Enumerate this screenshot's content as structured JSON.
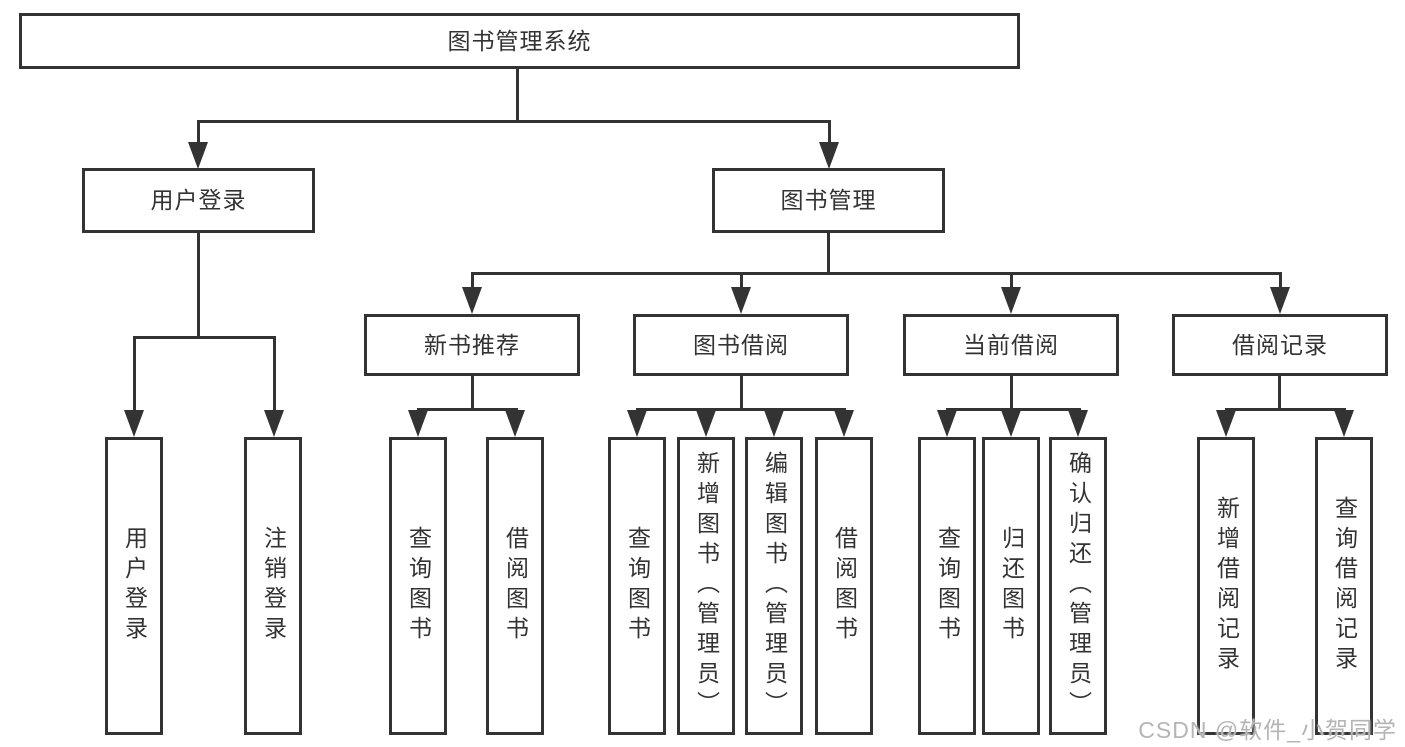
{
  "diagram": {
    "root": {
      "label": "图书管理系统"
    },
    "branches": [
      {
        "label": "用户登录",
        "children": [
          {
            "label": "用户登录"
          },
          {
            "label": "注销登录"
          }
        ]
      },
      {
        "label": "图书管理",
        "children": [
          {
            "label": "新书推荐",
            "children": [
              {
                "label": "查询图书"
              },
              {
                "label": "借阅图书"
              }
            ]
          },
          {
            "label": "图书借阅",
            "children": [
              {
                "label": "查询图书"
              },
              {
                "label": "新增图书（管理员）"
              },
              {
                "label": "编辑图书（管理员）"
              },
              {
                "label": "借阅图书"
              }
            ]
          },
          {
            "label": "当前借阅",
            "children": [
              {
                "label": "查询图书"
              },
              {
                "label": "归还图书"
              },
              {
                "label": "确认归还（管理员）"
              }
            ]
          },
          {
            "label": "借阅记录",
            "children": [
              {
                "label": "新增借阅记录"
              },
              {
                "label": "查询借阅记录"
              }
            ]
          }
        ]
      }
    ]
  },
  "watermark": {
    "text": "CSDN @软件_小贺同学"
  },
  "colors": {
    "line": "#333333",
    "text": "#333333",
    "watermark": "#b5b5b5",
    "background": "#ffffff"
  }
}
